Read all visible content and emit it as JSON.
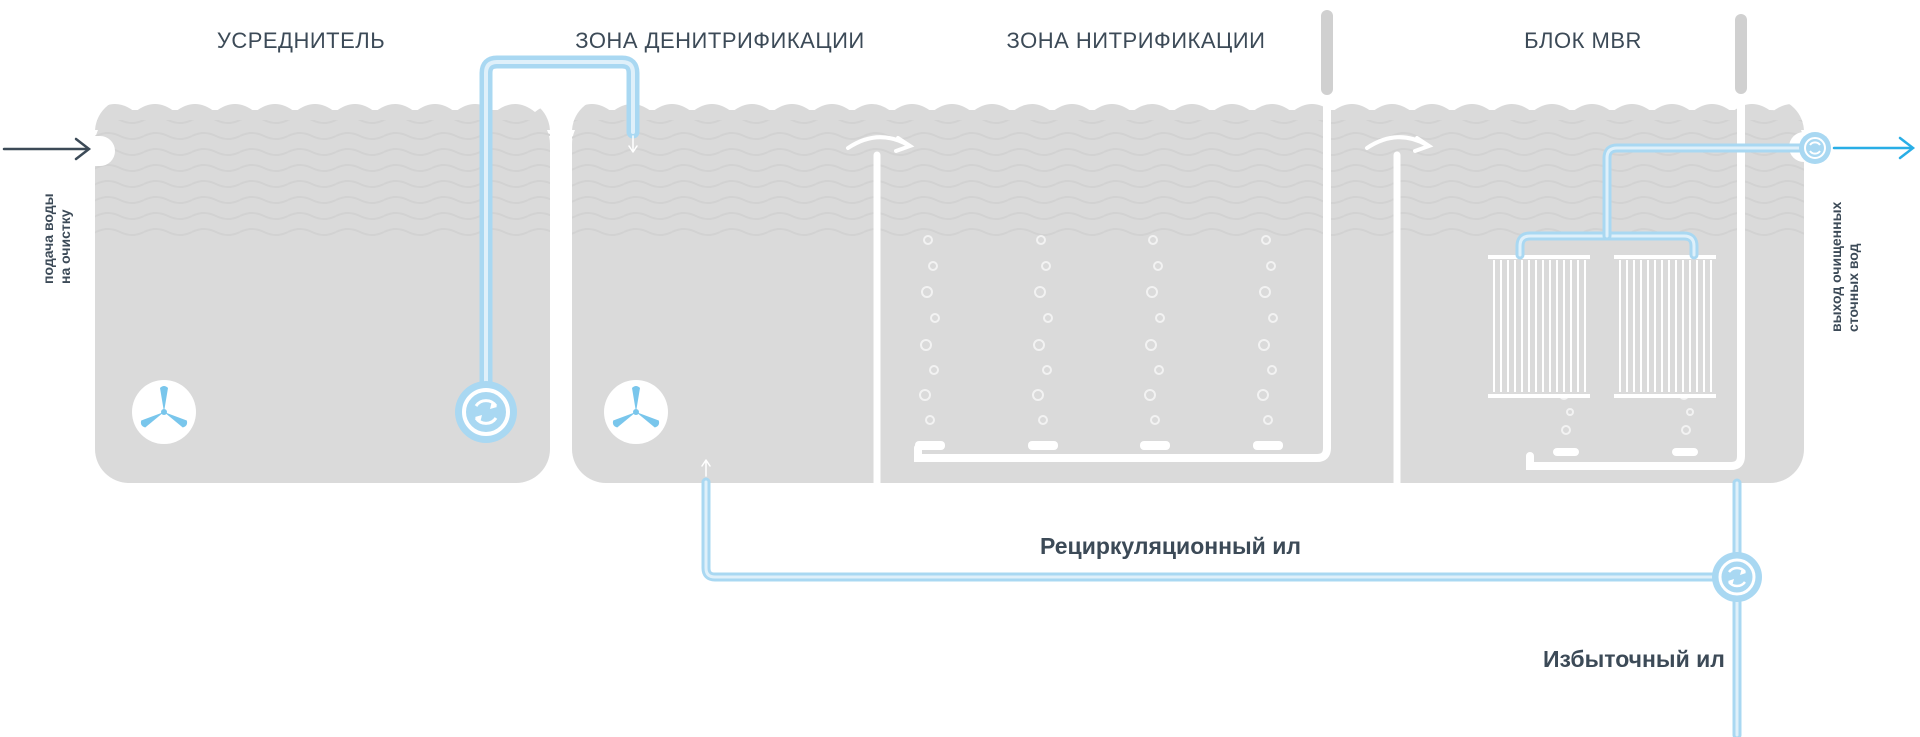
{
  "zones": [
    {
      "label": "УСРЕДНИТЕЛЬ"
    },
    {
      "label": "ЗОНА ДЕНИТРИФИКАЦИИ"
    },
    {
      "label": "ЗОНА НИТРИФИКАЦИИ"
    },
    {
      "label": "БЛОК MBR"
    }
  ],
  "labels": {
    "inlet_line1": "подача воды",
    "inlet_line2": "на очистку",
    "outlet_line1": "выход очищенных",
    "outlet_line2": "сточных вод",
    "recirculation": "Рециркуляционный ил",
    "excess_sludge": "Избыточный ил"
  },
  "colors": {
    "tank": "#dadada",
    "pipe": "#a9d8f2",
    "pipe_core": "#dff0fa",
    "arrow_in": "#3c4a57",
    "arrow_out": "#29aee6",
    "text": "#3c4a57"
  },
  "icons": [
    "mixer-icon",
    "pump-icon",
    "membrane-module-icon",
    "arrow-right-icon"
  ]
}
